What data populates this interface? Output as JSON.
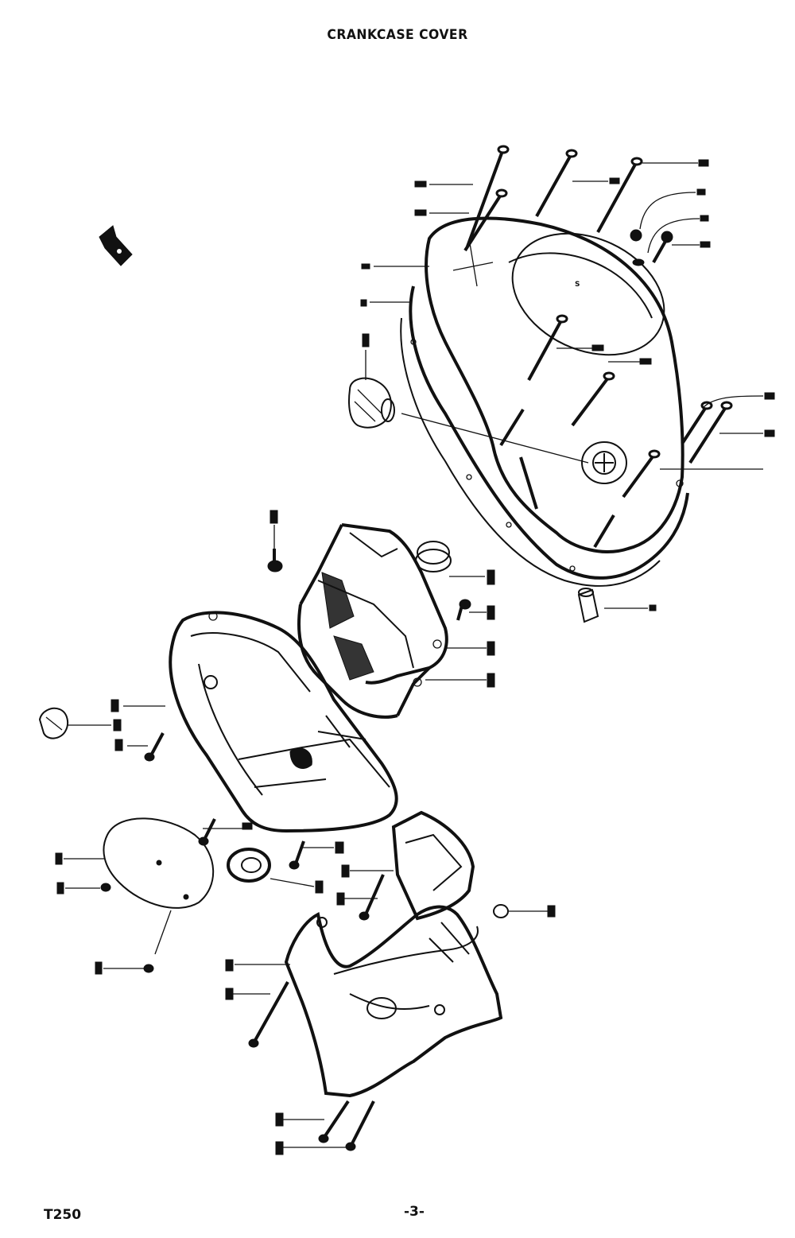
{
  "page": {
    "title": "CRANKCASE COVER",
    "model": "T250",
    "page_number": "-3-"
  }
}
